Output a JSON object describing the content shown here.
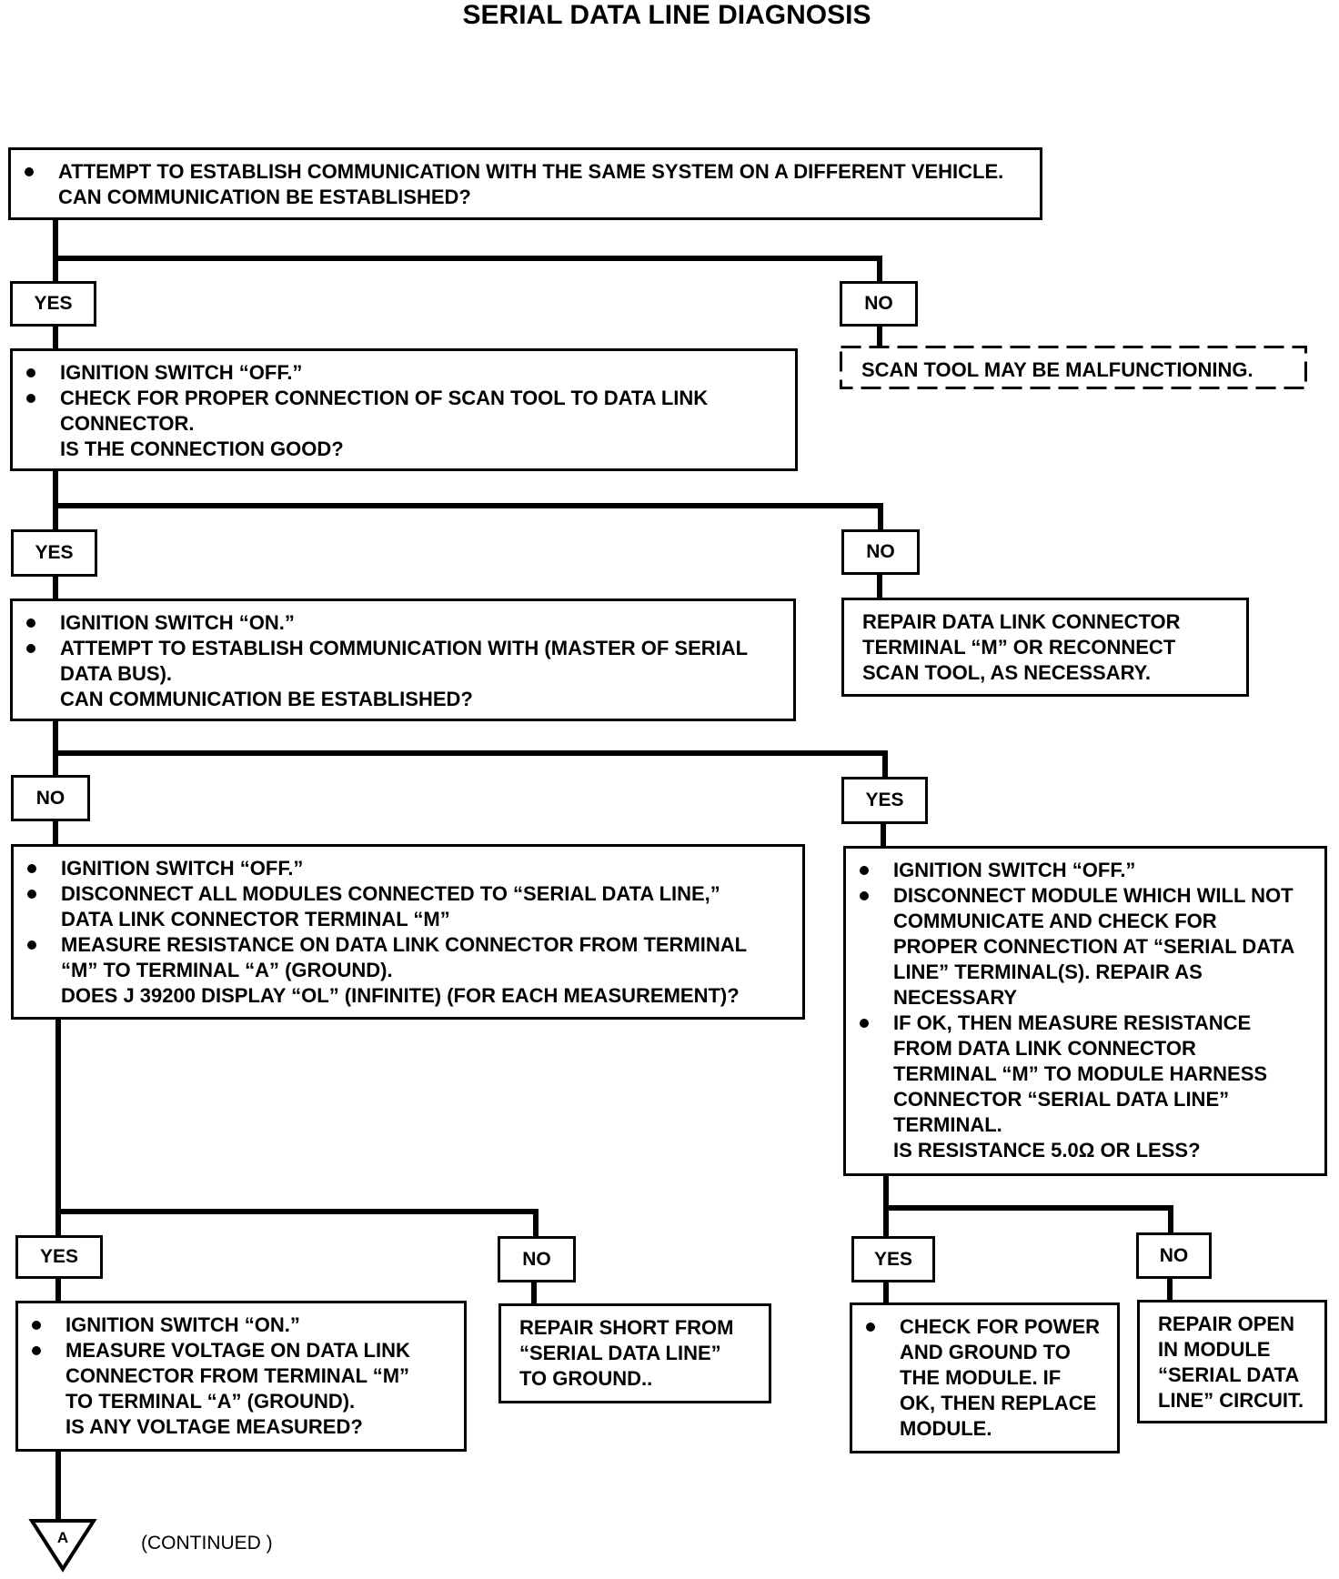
{
  "title": "SERIAL DATA LINE DIAGNOSIS",
  "step_1": {
    "lines": [
      "ATTEMPT TO ESTABLISH COMMUNICATION WITH THE SAME SYSTEM ON A DIFFERENT VEHICLE.",
      "CAN COMMUNICATION BE ESTABLISHED?"
    ],
    "yes_label": "YES",
    "no_label": "NO"
  },
  "result_scan_tool": {
    "lines": [
      "SCAN TOOL MAY BE MALFUNCTIONING."
    ]
  },
  "step_2": {
    "lines": [
      "IGNITION SWITCH “OFF.”",
      "CHECK FOR PROPER CONNECTION OF SCAN TOOL TO DATA LINK",
      "CONNECTOR.",
      "IS THE CONNECTION GOOD?"
    ],
    "yes_label": "YES",
    "no_label": "NO"
  },
  "result_repair_connector": {
    "lines": [
      "REPAIR DATA LINK CONNECTOR",
      "TERMINAL “M” OR RECONNECT",
      "SCAN TOOL, AS NECESSARY."
    ]
  },
  "step_3": {
    "lines": [
      "IGNITION SWITCH “ON.”",
      "ATTEMPT TO ESTABLISH COMMUNICATION WITH (MASTER OF SERIAL",
      "DATA BUS).",
      "CAN COMMUNICATION BE ESTABLISHED?"
    ],
    "no_label": "NO",
    "yes_label": "YES"
  },
  "step_4a": {
    "lines": [
      "IGNITION SWITCH “OFF.”",
      "DISCONNECT ALL MODULES CONNECTED TO “SERIAL DATA LINE,”",
      "DATA LINK CONNECTOR TERMINAL “M”",
      "MEASURE RESISTANCE ON DATA LINK CONNECTOR FROM TERMINAL",
      "“M” TO TERMINAL “A” (GROUND).",
      "DOES J 39200 DISPLAY “OL” (INFINITE) (FOR EACH MEASUREMENT)?"
    ],
    "yes_label": "YES",
    "no_label": "NO"
  },
  "step_4b": {
    "lines": [
      "IGNITION SWITCH “OFF.”",
      "DISCONNECT MODULE WHICH WILL NOT",
      "COMMUNICATE AND CHECK FOR",
      "PROPER CONNECTION AT “SERIAL DATA",
      "LINE” TERMINAL(S). REPAIR AS",
      "NECESSARY",
      "IF OK, THEN MEASURE RESISTANCE",
      "FROM DATA LINK CONNECTOR",
      "TERMINAL “M” TO MODULE HARNESS",
      "CONNECTOR “SERIAL DATA LINE”",
      "TERMINAL.",
      "IS RESISTANCE 5.0Ω OR LESS?"
    ],
    "yes_label": "YES",
    "no_label": "NO"
  },
  "step_5a": {
    "lines": [
      "IGNITION SWITCH “ON.”",
      "MEASURE VOLTAGE ON DATA LINK",
      "CONNECTOR FROM TERMINAL “M”",
      "TO TERMINAL “A” (GROUND).",
      "IS ANY VOLTAGE MEASURED?"
    ]
  },
  "result_repair_short": {
    "lines": [
      "REPAIR SHORT FROM",
      "“SERIAL DATA LINE”",
      "TO GROUND.."
    ]
  },
  "result_replace_module": {
    "lines": [
      "CHECK FOR POWER",
      "AND GROUND TO",
      "THE MODULE. IF",
      "OK, THEN REPLACE",
      "MODULE."
    ]
  },
  "result_repair_open": {
    "lines": [
      "REPAIR OPEN",
      "IN MODULE",
      "“SERIAL DATA",
      "LINE” CIRCUIT."
    ]
  },
  "off_page_connector": {
    "label": "A",
    "note": "(CONTINUED )"
  }
}
